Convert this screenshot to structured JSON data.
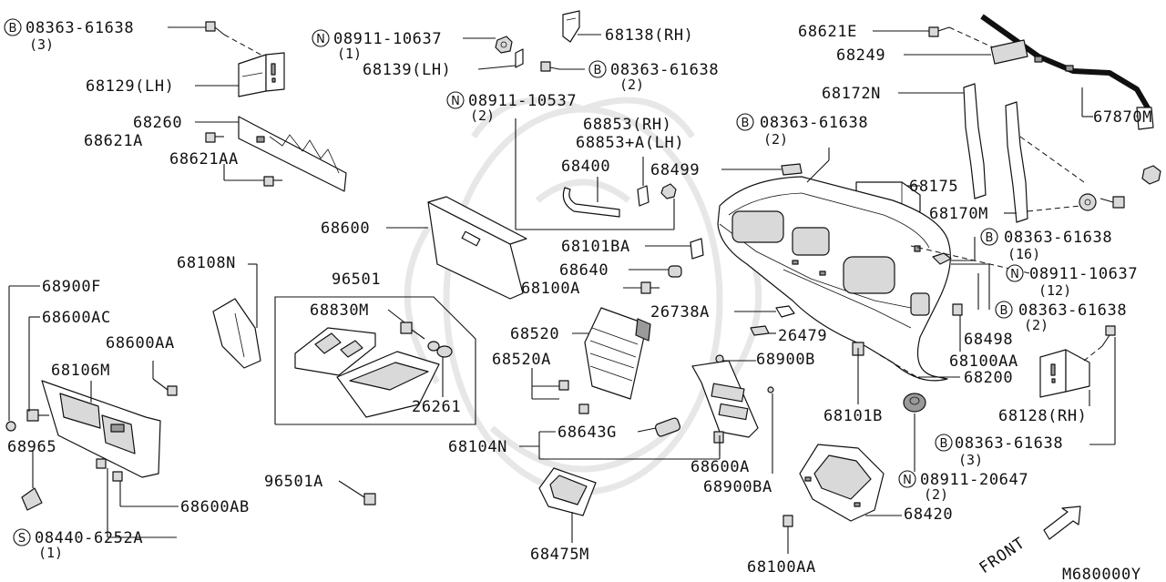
{
  "diagram_code": "M680000Y",
  "front_label": "FRONT",
  "labels": {
    "b_3": "08363-61638",
    "b_3_qty": "(3)",
    "p68129": "68129(LH)",
    "n_10637_top": "08911-10637",
    "n_10637_top_qty": "(1)",
    "p68139": "68139(LH)",
    "p68138": "68138(RH)",
    "b_2_mid": "08363-61638",
    "b_2_mid_qty": "(2)",
    "p68621E": "68621E",
    "p68249": "68249",
    "n_10537": "08911-10537",
    "n_10537_qty": "(2)",
    "p68172N": "68172N",
    "p67870M": "67870M",
    "p68260": "68260",
    "p68621A": "68621A",
    "p68621AA": "68621AA",
    "p68853rh": "68853(RH)",
    "p68853lh": "68853+A(LH)",
    "p68400": "68400",
    "b_2_center": "08363-61638",
    "b_2_center_qty": "(2)",
    "p68499": "68499",
    "p68175": "68175",
    "p68600": "68600",
    "p68170M": "68170M",
    "b_16": "08363-61638",
    "b_16_qty": "(16)",
    "p68101BA": "68101BA",
    "n_10637_right": "08911-10637",
    "n_10637_right_qty": "(12)",
    "p68640": "68640",
    "p68108N": "68108N",
    "p96501": "96501",
    "p68100A": "68100A",
    "p68900F": "68900F",
    "p68830M": "68830M",
    "b_2_right": "08363-61638",
    "b_2_right_qty": "(2)",
    "p26738A": "26738A",
    "p68600AC": "68600AC",
    "p68520": "68520",
    "p26479": "26479",
    "p68498": "68498",
    "p68600AA": "68600AA",
    "p68520A": "68520A",
    "p68900B": "68900B",
    "p68100AA_right": "68100AA",
    "p68106M": "68106M",
    "p68200": "68200",
    "p26261": "26261",
    "p68101B": "68101B",
    "p68128": "68128(RH)",
    "p68643G": "68643G",
    "p68965": "68965",
    "p68104N": "68104N",
    "b_3_right": "08363-61638",
    "b_3_right_qty": "(3)",
    "p68600A": "68600A",
    "p96501A": "96501A",
    "n_20647": "08911-20647",
    "n_20647_qty": "(2)",
    "p68900BA": "68900BA",
    "p68600AB": "68600AB",
    "p68420": "68420",
    "s_6252A": "08440-6252A",
    "s_6252A_qty": "(1)",
    "p68475M": "68475M",
    "p68100AA_bottom": "68100AA"
  },
  "callout_symbols": {
    "bolt": "B",
    "nut": "N",
    "screw": "S"
  }
}
